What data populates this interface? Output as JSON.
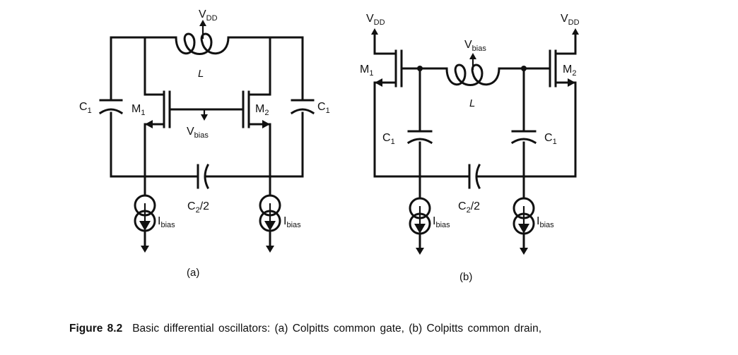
{
  "figure": {
    "caption_label": "Figure 8.2",
    "caption_text": "Basic differential oscillators: (a) Colpitts common gate, (b) Colpitts common drain,"
  },
  "circuit_a": {
    "panel_label": "(a)",
    "vdd": {
      "main": "V",
      "sub": "DD"
    },
    "inductor": "L",
    "vbias": {
      "main": "V",
      "sub": "bias"
    },
    "m1": {
      "main": "M",
      "sub": "1"
    },
    "m2": {
      "main": "M",
      "sub": "2"
    },
    "c1_left": {
      "main": "C",
      "sub": "1"
    },
    "c1_right": {
      "main": "C",
      "sub": "1"
    },
    "c2": {
      "main": "C",
      "sub": "2",
      "tail": "/2"
    },
    "ibias_left": {
      "main": "I",
      "sub": "bias"
    },
    "ibias_right": {
      "main": "I",
      "sub": "bias"
    }
  },
  "circuit_b": {
    "panel_label": "(b)",
    "vdd_left": {
      "main": "V",
      "sub": "DD"
    },
    "vdd_right": {
      "main": "V",
      "sub": "DD"
    },
    "vbias": {
      "main": "V",
      "sub": "bias"
    },
    "inductor": "L",
    "m1": {
      "main": "M",
      "sub": "1"
    },
    "m2": {
      "main": "M",
      "sub": "2"
    },
    "c1_left": {
      "main": "C",
      "sub": "1"
    },
    "c1_right": {
      "main": "C",
      "sub": "1"
    },
    "c2": {
      "main": "C",
      "sub": "2",
      "tail": "/2"
    },
    "ibias_left": {
      "main": "I",
      "sub": "bias"
    },
    "ibias_right": {
      "main": "I",
      "sub": "bias"
    }
  }
}
